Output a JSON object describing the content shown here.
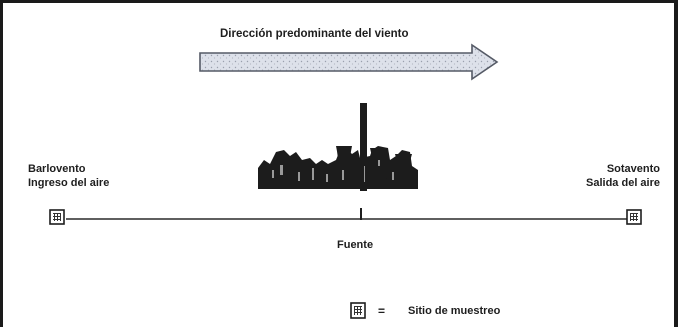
{
  "diagram": {
    "wind_title": "Dirección predominante del viento",
    "upwind": {
      "line1": "Barlovento",
      "line2": "Ingreso del aire"
    },
    "downwind": {
      "line1": "Sotavento",
      "line2": "Salida del aire"
    },
    "source_label": "Fuente",
    "legend": {
      "equals": "=",
      "label": "Sitio de muestreo"
    },
    "colors": {
      "ink": "#1e1e1e",
      "arrow_fill": "#d9dde6",
      "arrow_stroke": "#555a66"
    },
    "icons": [
      "wind-arrow-icon",
      "factory-icon",
      "sampling-site-icon"
    ]
  }
}
